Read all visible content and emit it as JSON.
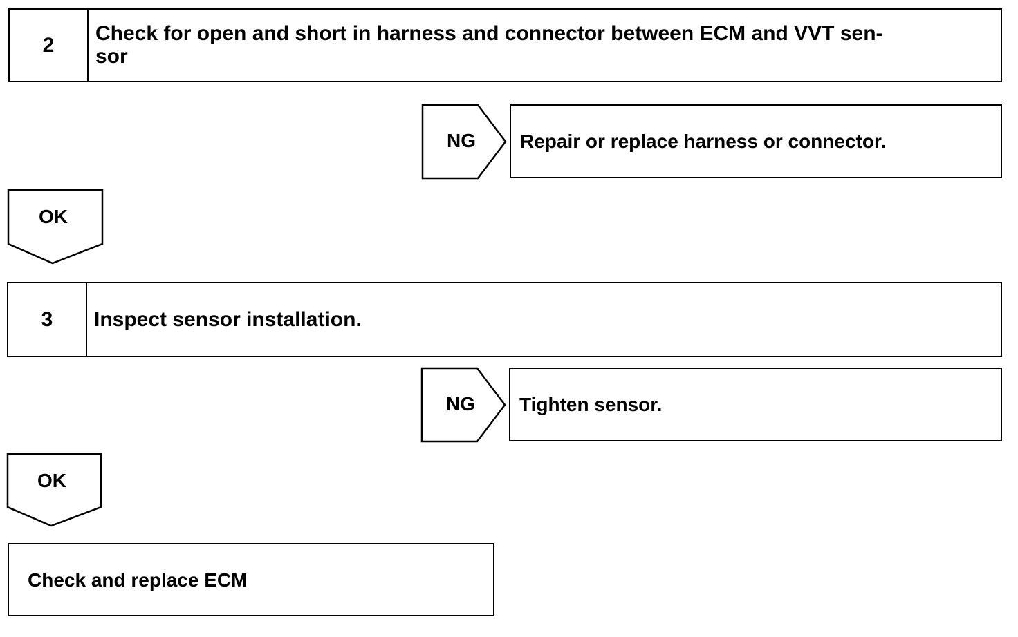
{
  "steps": [
    {
      "number": "2",
      "text": "Check for open and short in harness and connector between ECM and VVT sen-\nsor"
    },
    {
      "number": "3",
      "text": "Inspect sensor installation."
    }
  ],
  "branches": [
    {
      "ng_label": "NG",
      "ng_action": "Repair or replace harness or connector.",
      "ok_label": "OK"
    },
    {
      "ng_label": "NG",
      "ng_action": "Tighten sensor.",
      "ok_label": "OK"
    }
  ],
  "final_action": "Check and replace ECM"
}
